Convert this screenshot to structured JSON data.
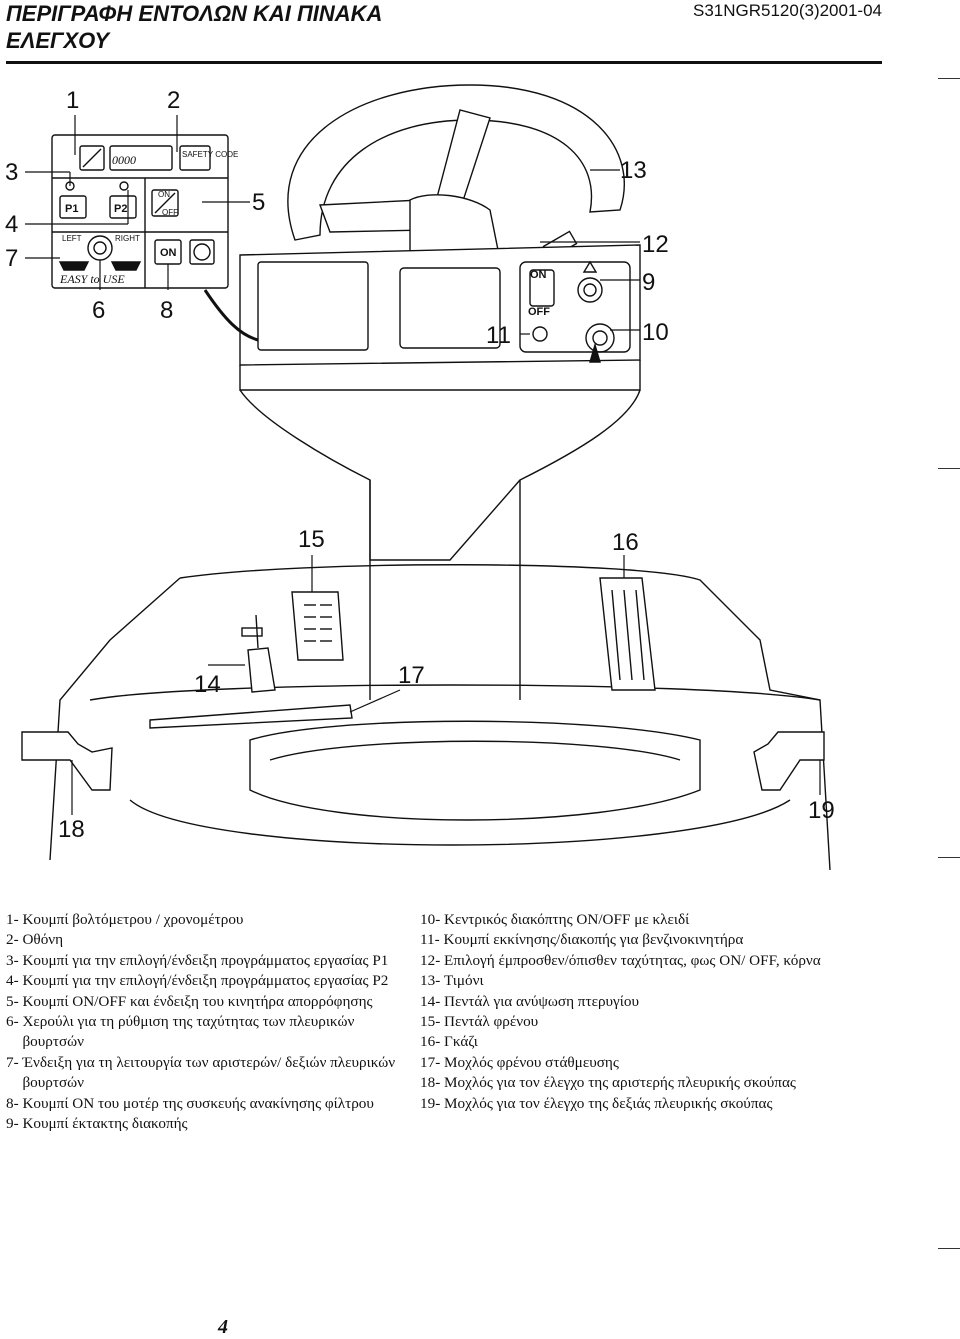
{
  "header": {
    "title_line1": "ΠΕΡΙΓΡΑΦΗ ΕΝΤΟΛΩΝ ΚΑΙ ΠΙΝΑΚΑ",
    "title_line2": "ΕΛΕΓΧΟΥ",
    "doc_code": "S31NGR5120(3)2001-04"
  },
  "diagram": {
    "callouts": {
      "c1": "1",
      "c2": "2",
      "c3": "3",
      "c4": "4",
      "c5": "5",
      "c6": "6",
      "c7": "7",
      "c8": "8",
      "c9": "9",
      "c10": "10",
      "c11": "11",
      "c12": "12",
      "c13": "13",
      "c14": "14",
      "c15": "15",
      "c16": "16",
      "c17": "17",
      "c18": "18",
      "c19": "19"
    },
    "panel_labels": {
      "display": "0000",
      "safety_code": "SAFETY CODE",
      "p1": "P1",
      "p2": "P2",
      "on": "ON",
      "off": "OFF",
      "left": "LEFT",
      "right": "RIGHT",
      "easy_to_use": "EASY to USE",
      "key_on": "ON",
      "key_off": "OFF"
    }
  },
  "legend": {
    "left": [
      {
        "num": "1- ",
        "text": "Κουμπί βολτόμετρου / χρονομέτρου"
      },
      {
        "num": "2- ",
        "text": "Οθόνη"
      },
      {
        "num": "3- ",
        "text": "Κουμπί για την επιλογή/ένδειξη προγράμματος εργασίας P1"
      },
      {
        "num": "4- ",
        "text": "Κουμπί για την επιλογή/ένδειξη προγράμματος εργασίας P2"
      },
      {
        "num": "5- ",
        "text": "Κουμπί ON/OFF και ένδειξη του κινητήρα απορρόφησης"
      },
      {
        "num": "6- ",
        "text": "Χερούλι για τη ρύθμιση της ταχύτητας των πλευρικών βουρτσών"
      },
      {
        "num": "7- ",
        "text": "Ένδειξη για τη λειτουργία των αριστερών/ δεξιών πλευρικών βουρτσών"
      },
      {
        "num": "8- ",
        "text": "Κουμπί ON του μοτέρ της συσκευής ανακίνησης φίλτρου"
      },
      {
        "num": "9- ",
        "text": "Κουμπί έκτακτης διακοπής"
      }
    ],
    "right": [
      {
        "num": "10- ",
        "text": "Κεντρικός διακόπτης ON/OFF με κλειδί"
      },
      {
        "num": "11- ",
        "text": "Κουμπί εκκίνησης/διακοπής για βενζινοκινητήρα"
      },
      {
        "num": "12- ",
        "text": "Επιλογή έμπροσθεν/όπισθεν ταχύτητας, φως ON/ OFF, κόρνα"
      },
      {
        "num": "13- ",
        "text": "Τιμόνι"
      },
      {
        "num": "14- ",
        "text": "Πεντάλ για ανύψωση πτερυγίου"
      },
      {
        "num": "15- ",
        "text": "Πεντάλ φρένου"
      },
      {
        "num": "16- ",
        "text": "Γκάζι"
      },
      {
        "num": "17- ",
        "text": "Μοχλός φρένου στάθμευσης"
      },
      {
        "num": "18- ",
        "text": "Μοχλός για τον έλεγχο της αριστερής πλευρικής σκούπας"
      },
      {
        "num": "19- ",
        "text": "Μοχλός για τον έλεγχο της δεξιάς πλευρικής σκούπας"
      }
    ]
  },
  "page_number": "4"
}
